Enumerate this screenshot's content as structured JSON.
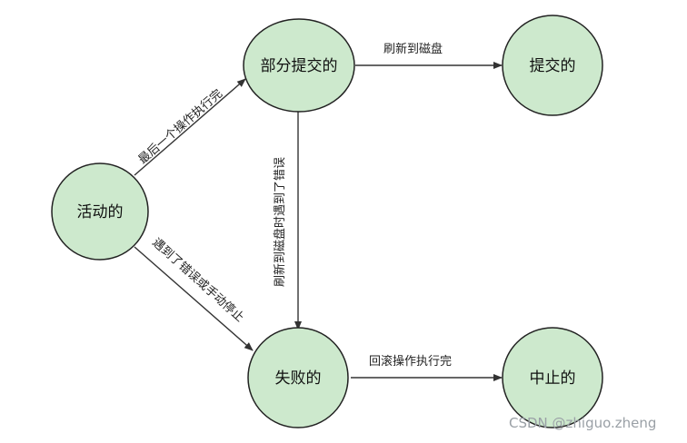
{
  "diagram": {
    "nodes": {
      "active": "活动的",
      "partially_committed": "部分提交的",
      "committed": "提交的",
      "failed": "失败的",
      "aborted": "中止的"
    },
    "edges": {
      "active_to_partial": "最后一个操作执行完",
      "partial_to_committed": "刷新到磁盘",
      "partial_to_failed": "刷新到磁盘时遇到了错误",
      "active_to_failed": "遇到了错误或手动停止",
      "failed_to_aborted": "回滚操作执行完"
    },
    "colors": {
      "node_fill": "#cde9cd",
      "node_stroke": "#222222",
      "edge": "#333333"
    }
  },
  "watermark": "CSDN @zhiguo.zheng"
}
